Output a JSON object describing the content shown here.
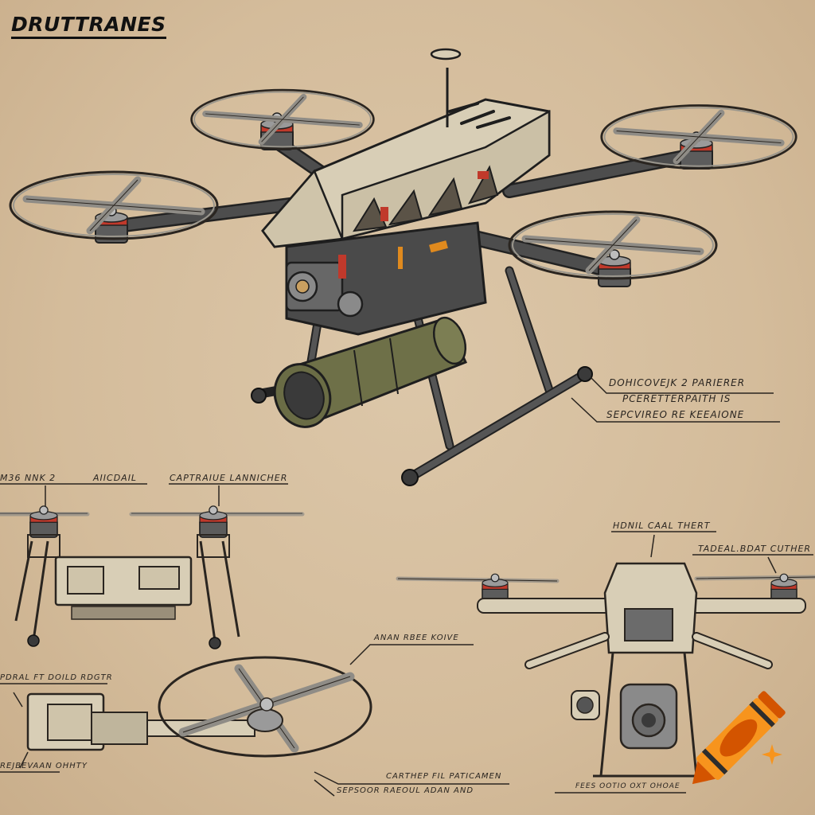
{
  "title": "DRUTTRANES",
  "colors": {
    "paper": "#d9c3a5",
    "ink": "#2a2520",
    "frame_light": "#d8ceb6",
    "frame_dark": "#4a4a4a",
    "launcher_olive": "#6e7048",
    "motor_red": "#c0392b",
    "crayon_orange": "#f7941d",
    "crayon_dark": "#d35400"
  },
  "callouts": {
    "main_right": [
      "DOHICOVEJK 2 PARIERER",
      "PCERETTERPAITH IS",
      "SEPCVIREO RE KEEAIONE"
    ],
    "front_view_left": "M36 NNK 2",
    "front_view_mid": "AIICDAIL",
    "front_view_right": "CAPTRAIUE LANNICHER",
    "rear_view_top": "HDNIL CAAL THERT",
    "rear_view_right": "TADEAL.BDAT CUTHER",
    "motor_detail_top": "PDRAL FT DOILD RDGTR",
    "motor_detail_bottom": "REJBEVAAN OHHTY",
    "prop_detail": "ANAN RBEE KOIVE",
    "bottom_center_1": "CARTHEP FIL PATICAMEN",
    "bottom_center_2": "SEPSOOR RAEOUL ADAN AND",
    "bottom_right": "FEES OOTIO OXT OHOAE"
  },
  "views": [
    {
      "name": "isometric-main-view"
    },
    {
      "name": "front-elevation-view"
    },
    {
      "name": "rear-elevation-view"
    },
    {
      "name": "motor-detail-view"
    },
    {
      "name": "propeller-detail-view"
    }
  ],
  "watermark": {
    "icon": "crayon-icon"
  }
}
